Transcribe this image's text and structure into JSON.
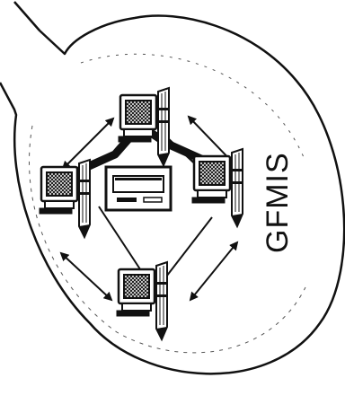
{
  "diagram": {
    "label": "GFMIS",
    "nodes": [
      "workstation-top",
      "workstation-left",
      "workstation-right",
      "workstation-bottom",
      "central-server"
    ],
    "links": [
      {
        "from": "workstation-top",
        "to": "workstation-left",
        "style": "bidirectional-arrow"
      },
      {
        "from": "workstation-top",
        "to": "workstation-right",
        "style": "bidirectional-arrow"
      },
      {
        "from": "workstation-left",
        "to": "workstation-bottom",
        "style": "bidirectional-arrow"
      },
      {
        "from": "workstation-right",
        "to": "workstation-bottom",
        "style": "bidirectional-arrow"
      },
      {
        "from": "workstation-top",
        "to": "central-server",
        "style": "thick-line"
      },
      {
        "from": "central-server",
        "to": "workstation-bottom",
        "style": "thin-line"
      }
    ]
  },
  "colors": {
    "ink": "#111111",
    "background": "#ffffff"
  }
}
